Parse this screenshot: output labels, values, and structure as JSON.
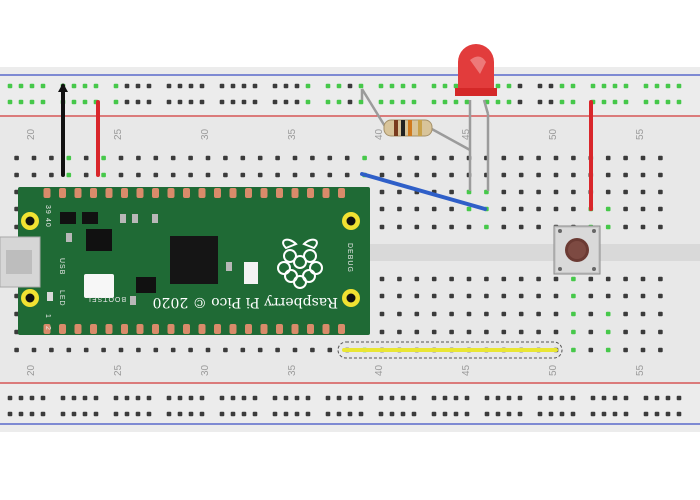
{
  "breadboard": {
    "column_numbers_top": [
      "20",
      "25",
      "30",
      "35",
      "40",
      "45",
      "50",
      "55"
    ],
    "column_numbers_bottom": [
      "20",
      "25",
      "30",
      "35",
      "40",
      "45",
      "50",
      "55"
    ],
    "colors": {
      "board": "#e7e7e7",
      "rail_red": "#d33a3a",
      "rail_blue": "#3d4fc4",
      "hole": "#3b3b3b",
      "active_hole": "#46c84a"
    }
  },
  "pico": {
    "title": "Raspberry Pi Pico © 2020",
    "usb_label": "USB",
    "led_label": "LED",
    "bootsel_label": "BOOTSEL",
    "debug_label": "DEBUG",
    "pin_1_label": "1",
    "pin_2_label": "2",
    "pin_39_label": "39",
    "pin_40_label": "40",
    "logo": "raspberry-logo",
    "board_color": "#1f6a35"
  },
  "components": {
    "led_color": "red",
    "resistor_bands": [
      "#7a3b1e",
      "#222222",
      "#d07a1e",
      "#c9a24c"
    ],
    "push_button": "tactile-switch"
  },
  "wires": [
    {
      "name": "black-wire",
      "color": "#111111"
    },
    {
      "name": "red-wire-left",
      "color": "#d9262b"
    },
    {
      "name": "red-wire-right",
      "color": "#d9262b"
    },
    {
      "name": "blue-wire",
      "color": "#2f5fc8"
    },
    {
      "name": "yellow-wire",
      "color": "#e9e633"
    },
    {
      "name": "grey-wire",
      "color": "#8c8c8c"
    }
  ]
}
